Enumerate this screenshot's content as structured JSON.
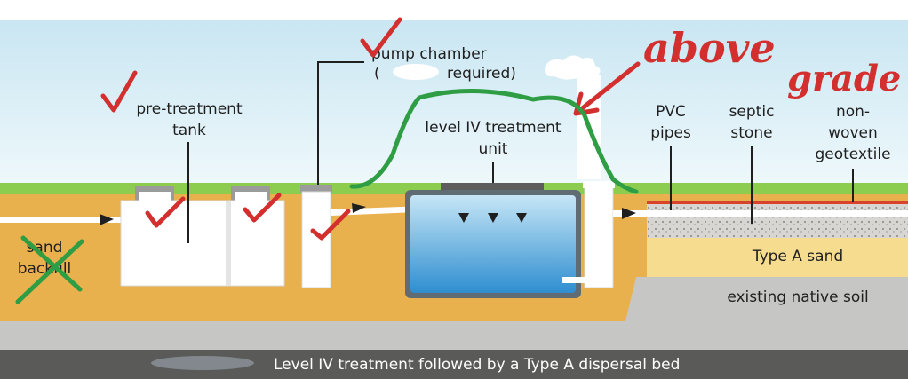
{
  "labels": {
    "pump_chamber_line1": "pump chamber",
    "pump_chamber_line2": "required)",
    "pretreatment_line1": "pre-treatment",
    "pretreatment_line2": "tank",
    "treatment_unit_line1": "level IV treatment",
    "treatment_unit_line2": "unit",
    "pvc_line1": "PVC",
    "pvc_line2": "pipes",
    "septic_line1": "septic",
    "septic_line2": "stone",
    "geotextile_line1": "non-",
    "geotextile_line2": "woven",
    "geotextile_line3": "geotextile",
    "sand_line1": "sand",
    "sand_line2": "backfill",
    "type_a_sand": "Type A sand",
    "native_soil": "existing native soil",
    "caption": "Level IV treatment followed by a Type A dispersal bed"
  },
  "handwriting": {
    "above": "above",
    "grade": "grade"
  },
  "colors": {
    "sky_top": "#c9e6f2",
    "sky_bottom": "#eef8fb",
    "grass": "#8ccc4e",
    "soil": "#e9b04e",
    "type_a_sand": "#f6dc8f",
    "native_soil": "#c6c6c4",
    "caption_bar": "#5a5a58",
    "water": "#3f9ad6",
    "annotation_red": "#d32f2f",
    "annotation_green": "#2e9d43"
  }
}
